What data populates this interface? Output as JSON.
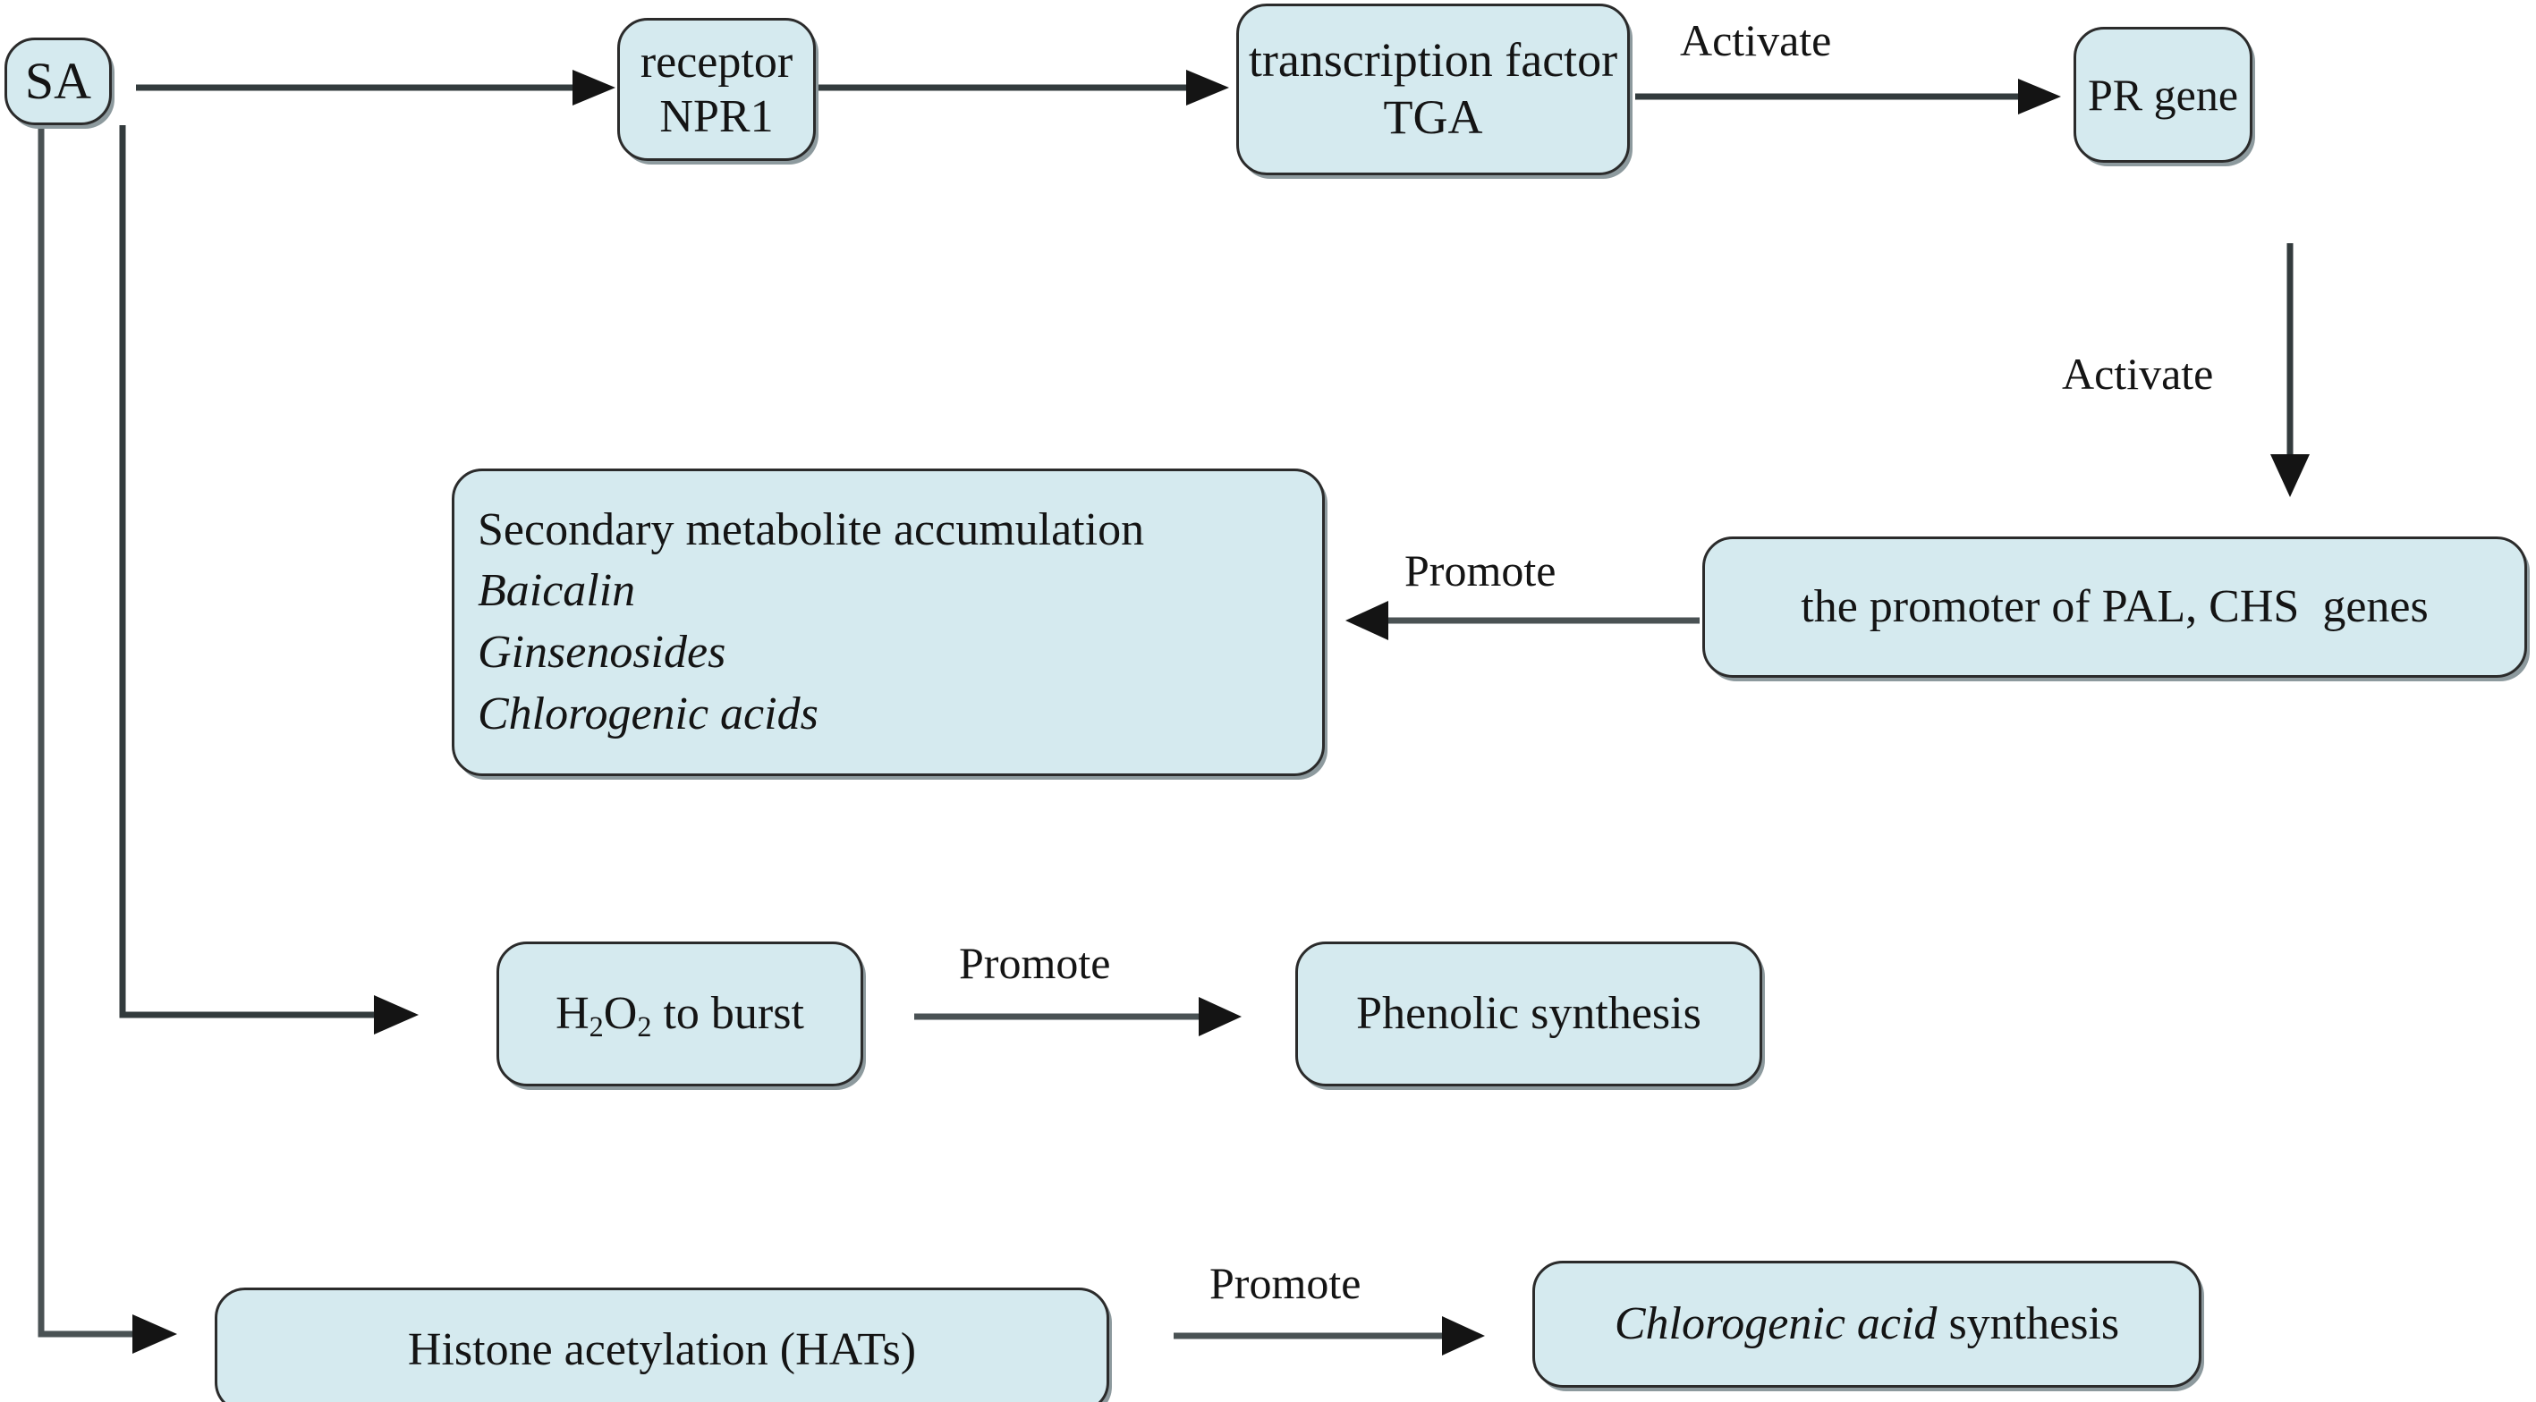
{
  "diagram": {
    "title": "SA signalling pathway to secondary metabolite accumulation",
    "colors": {
      "node_fill": "#d5eaef",
      "node_border": "#2b2b2b",
      "node_shadow": "#8d9a9e",
      "arrow": "#141414",
      "background": "#ffffff"
    },
    "nodes": {
      "sa": {
        "line1": "SA"
      },
      "receptor": {
        "line1": "receptor",
        "line2": "NPR1"
      },
      "transcription_factor": {
        "line1": "transcription factor",
        "line2": "TGA"
      },
      "pr_gene": {
        "line1": "PR gene"
      },
      "promoter": {
        "line1": "the promoter of PAL, CHS  genes"
      },
      "secondary_metabolite": {
        "line1": "Secondary metabolite accumulation",
        "line2": "Baicalin",
        "line3": "Ginsenosides",
        "line4": "Chlorogenic acids"
      },
      "h2o2": {
        "pre": "H",
        "sub1": "2",
        "mid": "O",
        "sub2": "2",
        "post": " to burst"
      },
      "phenolic": {
        "line1": "Phenolic synthesis"
      },
      "histone": {
        "line1": "Histone acetylation (HATs)"
      },
      "chlorogenic_synthesis": {
        "italic": "Chlorogenic acid",
        "plain": " synthesis"
      }
    },
    "edge_labels": {
      "activate_tga_to_pr": "Activate",
      "activate_pr_to_promoter": "Activate",
      "promote_promoter_to_metabolite": "Promote",
      "promote_h2o2_to_phenolic": "Promote",
      "promote_histone_to_chlorogenic": "Promote"
    },
    "edges": [
      {
        "name": "sa-to-receptor",
        "from": "sa",
        "to": "receptor",
        "label": ""
      },
      {
        "name": "receptor-to-tga",
        "from": "receptor",
        "to": "transcription_factor",
        "label": ""
      },
      {
        "name": "tga-to-pr-gene",
        "from": "transcription_factor",
        "to": "pr_gene",
        "label": "Activate"
      },
      {
        "name": "pr-gene-to-promoter",
        "from": "pr_gene",
        "to": "promoter",
        "label": "Activate"
      },
      {
        "name": "promoter-to-secondary-metabolite",
        "from": "promoter",
        "to": "secondary_metabolite",
        "label": "Promote"
      },
      {
        "name": "sa-to-h2o2",
        "from": "sa",
        "to": "h2o2",
        "label": ""
      },
      {
        "name": "h2o2-to-phenolic",
        "from": "h2o2",
        "to": "phenolic",
        "label": "Promote"
      },
      {
        "name": "sa-to-histone",
        "from": "sa",
        "to": "histone",
        "label": ""
      },
      {
        "name": "histone-to-chlorogenic",
        "from": "histone",
        "to": "chlorogenic_synthesis",
        "label": "Promote"
      }
    ]
  }
}
